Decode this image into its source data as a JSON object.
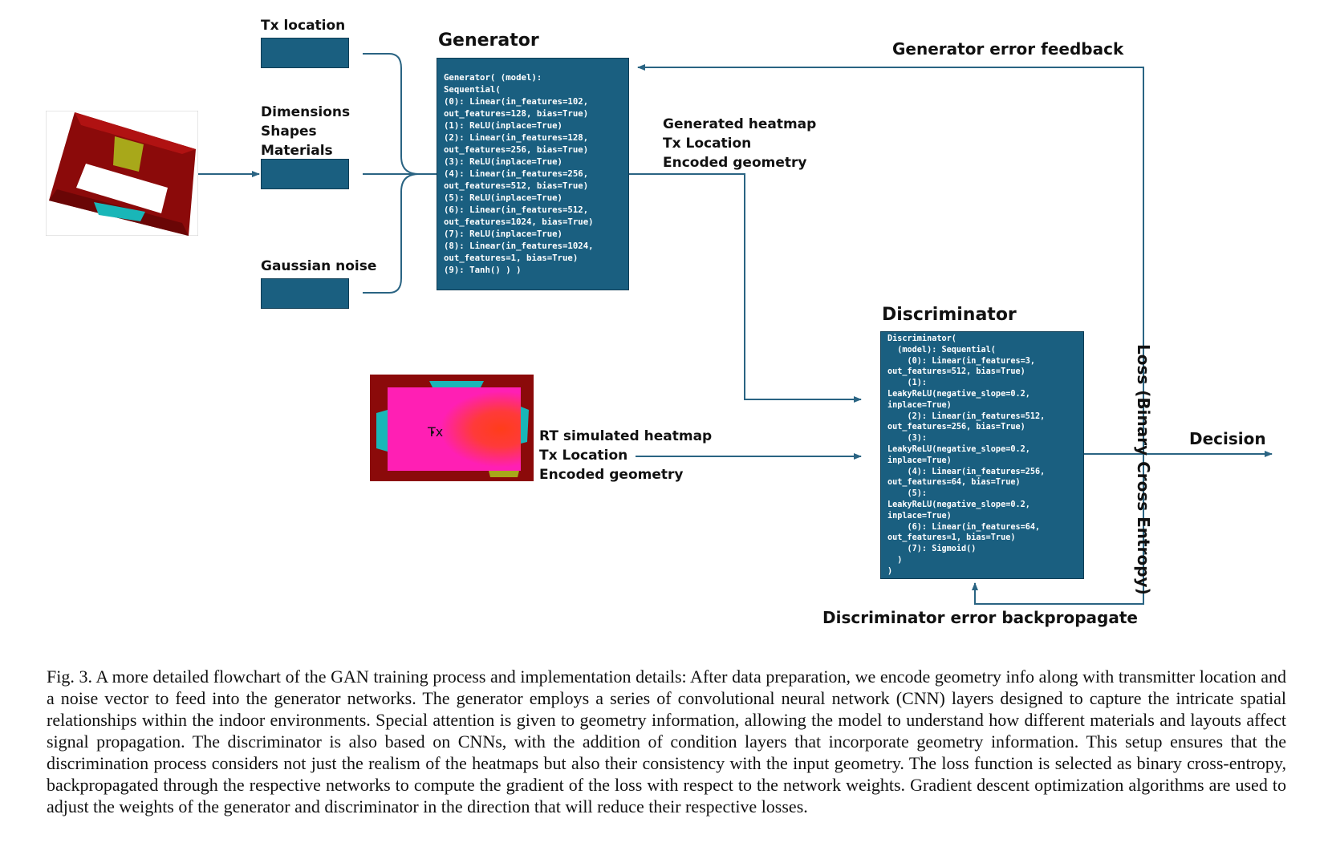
{
  "inputs": {
    "tx_location": "Tx location",
    "geometry": [
      "Dimensions",
      "Shapes",
      "Materials"
    ],
    "noise": "Gaussian noise"
  },
  "generator": {
    "title": "Generator",
    "code": "Generator( (model):\nSequential(\n(0): Linear(in_features=102,\nout_features=128, bias=True)\n(1): ReLU(inplace=True)\n(2): Linear(in_features=128,\nout_features=256, bias=True)\n(3): ReLU(inplace=True)\n(4): Linear(in_features=256,\nout_features=512, bias=True)\n(5): ReLU(inplace=True)\n(6): Linear(in_features=512,\nout_features=1024, bias=True)\n(7): ReLU(inplace=True)\n(8): Linear(in_features=1024,\nout_features=1, bias=True)\n(9): Tanh() ) )"
  },
  "generated_output": [
    "Generated heatmap",
    "Tx Location",
    "Encoded geometry"
  ],
  "feedback_label": "Generator error feedback",
  "real_input": [
    "RT simulated heatmap",
    "Tx Location",
    "Encoded geometry"
  ],
  "heatmap_tx_label": "Tx",
  "discriminator": {
    "title": "Discriminator",
    "code": "Discriminator(\n  (model): Sequential(\n    (0): Linear(in_features=3,\nout_features=512, bias=True)\n    (1):\nLeakyReLU(negative_slope=0.2,\ninplace=True)\n    (2): Linear(in_features=512,\nout_features=256, bias=True)\n    (3):\nLeakyReLU(negative_slope=0.2,\ninplace=True)\n    (4): Linear(in_features=256,\nout_features=64, bias=True)\n    (5):\nLeakyReLU(negative_slope=0.2,\ninplace=True)\n    (6): Linear(in_features=64,\nout_features=1, bias=True)\n    (7): Sigmoid()\n  )\n)"
  },
  "loss_label": "Loss (Binary Cross Entropy)",
  "decision_label": "Decision",
  "backprop_label": "Discriminator error backpropagate",
  "caption": "Fig. 3.  A more detailed flowchart of the GAN training process and implementation details: After data preparation, we encode geometry info along with transmitter location and a noise vector to feed into the generator networks. The generator employs a series of convolutional neural network (CNN) layers designed to capture the intricate spatial relationships within the indoor environments. Special attention is given to geometry information, allowing the model to understand how different materials and layouts affect signal propagation. The discriminator is also based on CNNs, with the addition of condition layers that incorporate geometry information. This setup ensures that the discrimination process considers not just the realism of the heatmaps but also their consistency with the input geometry. The loss function is selected as binary cross-entropy, backpropagated through the respective networks to compute the gradient of the loss with respect to the network weights. Gradient descent optimization algorithms are used to adjust the weights of the generator and discriminator in the direction that will reduce their respective losses.",
  "colors": {
    "box_fill": "#1a5f80",
    "wire": "#2a6483",
    "room_wall": "#8b0a0a",
    "heat_magenta": "#ff1fb4",
    "heat_red": "#ff3d1a",
    "cyan": "#19b6b8",
    "olive": "#a8a81a"
  }
}
